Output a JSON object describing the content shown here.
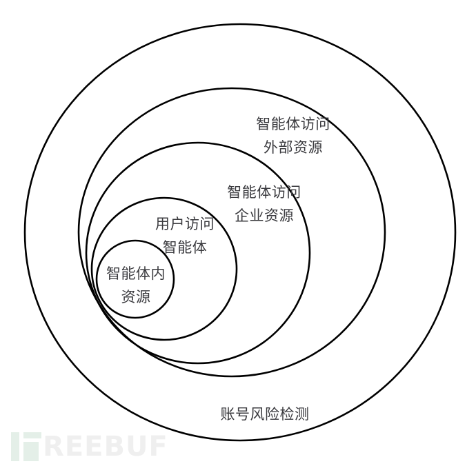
{
  "diagram": {
    "type": "nested-ellipses",
    "stroke_color": "#000000",
    "text_color": "#3a3a3e",
    "layers": [
      {
        "id": "outer",
        "lines": [
          "账号风险检测"
        ]
      },
      {
        "id": "external",
        "lines": [
          "智能体访问",
          "外部资源"
        ]
      },
      {
        "id": "enterprise",
        "lines": [
          "智能体访问",
          "企业资源"
        ]
      },
      {
        "id": "user",
        "lines": [
          "用户访问",
          "智能体"
        ]
      },
      {
        "id": "internal",
        "lines": [
          "智能体内",
          "资源"
        ]
      }
    ]
  },
  "watermark": {
    "text": "REEBUF",
    "brand": "FREEBUF",
    "color": "#e4efe8"
  }
}
